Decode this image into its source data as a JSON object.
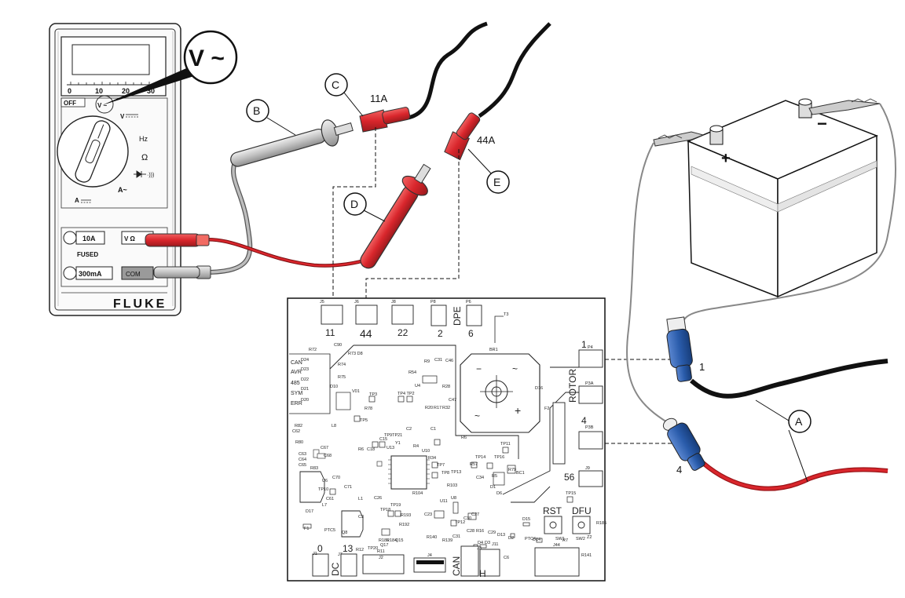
{
  "meter": {
    "brand": "FLUKE",
    "callout": "V ~",
    "scale_ticks": [
      "0",
      "10",
      "20",
      "30"
    ],
    "off_label": "OFF",
    "dial_vac": "V ~",
    "dial_vdc": "V",
    "dial_hz": "Hz",
    "dial_a_ac": "A~",
    "dial_a_dc": "A",
    "jack_10a": "10A",
    "jack_fused": "FUSED",
    "jack_300ma": "300mA",
    "jack_v": "V Ω",
    "jack_com": "COM"
  },
  "callouts": {
    "A": "A",
    "B": "B",
    "C": "C",
    "D": "D",
    "E": "E"
  },
  "wire_tags": {
    "tag_11a": "11A",
    "tag_44a": "44A",
    "tag_1": "1",
    "tag_4": "4"
  },
  "battery": {
    "plus": "+",
    "minus": "−"
  },
  "board": {
    "conn_11": "11",
    "conn_44": "44",
    "conn_22": "22",
    "conn_2": "2",
    "conn_6": "6",
    "dpe": "DPE",
    "rotor": "ROTOR",
    "rotor_1": "1",
    "rotor_4": "4",
    "conn_56": "56",
    "rst": "RST",
    "dfu": "DFU",
    "conn_0": "0",
    "conn_13": "13",
    "dc": "DC",
    "can": "CAN",
    "h": "H",
    "status_labels": [
      "CAN",
      "AVR",
      "485",
      "SYM",
      "ERR"
    ],
    "br_minus": "−",
    "br_plus": "+",
    "br_tilde_a": "~",
    "br_tilde_b": "~"
  },
  "colors": {
    "red_probe": "#d9262c",
    "gray_probe": "#c8c8c8",
    "blue_connector": "#2a5cab",
    "wire_black": "#111111",
    "wire_red": "#d9262c"
  }
}
